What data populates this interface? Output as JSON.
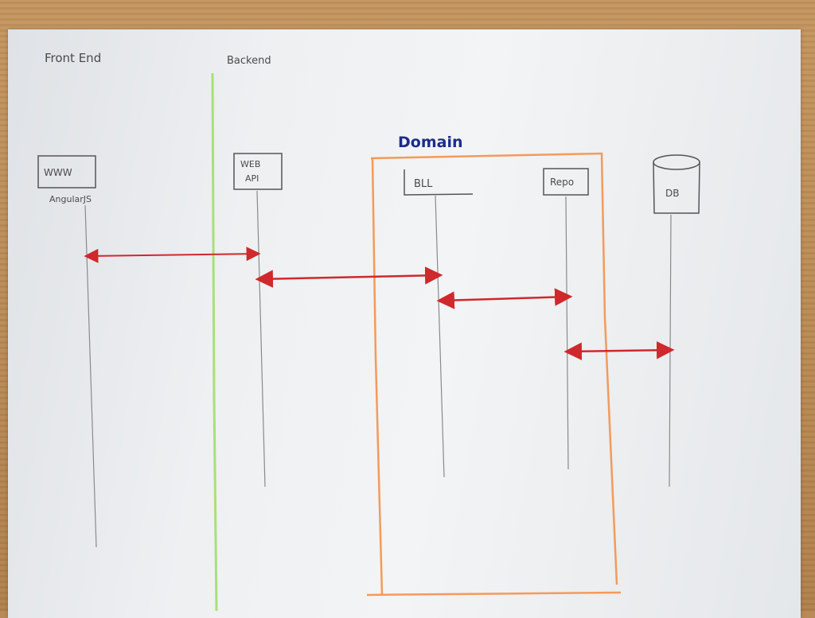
{
  "sections": {
    "front_end": "Front End",
    "backend": "Backend"
  },
  "domain_label": "Domain",
  "participants": [
    {
      "id": "www",
      "label": "WWW",
      "sublabel": "AngularJS"
    },
    {
      "id": "webapi",
      "label_line1": "WEB",
      "label_line2": "API"
    },
    {
      "id": "bll",
      "label": "BLL"
    },
    {
      "id": "repo",
      "label": "Repo"
    },
    {
      "id": "db",
      "label": "DB"
    }
  ],
  "colors": {
    "lifeline": "#8a8a8a",
    "box": "#555555",
    "arrow": "#d0282c",
    "divider": "#a8e07a",
    "domain_frame": "#f49a5a",
    "domain_text": "#1c2c8c"
  }
}
